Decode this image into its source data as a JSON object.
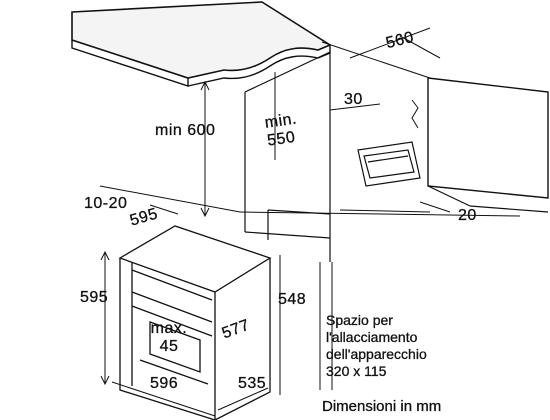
{
  "dimensions": {
    "d_560": "560",
    "d_min600": "min 600",
    "d_min550": "min. 550",
    "d_30": "30",
    "d_20": "20",
    "d_1020": "10-20",
    "d_cabinet_595_top": "595",
    "d_595_left": "595",
    "d_548": "548",
    "d_max45": "max. 45",
    "d_577": "577",
    "d_596": "596",
    "d_535": "535"
  },
  "note": {
    "line1": "Spazio per",
    "line2": "l'allacciamento",
    "line3": "dell'apparecchio",
    "line4": "320 x 115"
  },
  "units_label": "Dimensioni in mm",
  "colors": {
    "line": "#111111",
    "countertop_fill": "#f4f4f4",
    "background": "#ffffff"
  }
}
